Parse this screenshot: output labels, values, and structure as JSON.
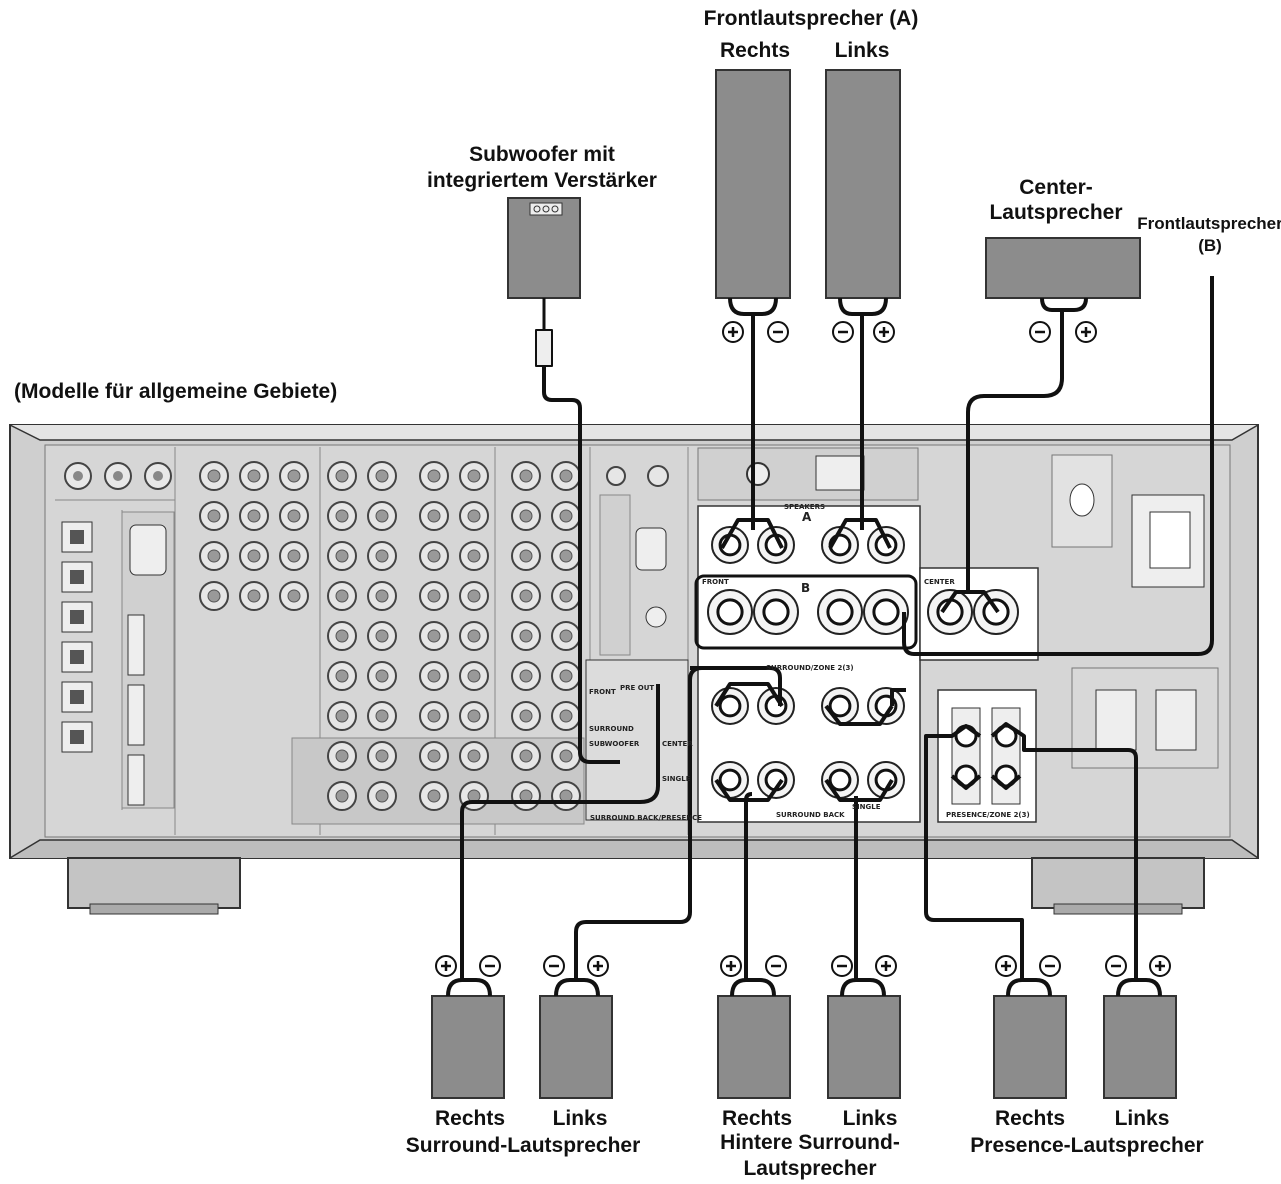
{
  "labels": {
    "front_a_title": "Frontlautsprecher (A)",
    "right": "Rechts",
    "left": "Links",
    "subwoofer_line1": "Subwoofer mit",
    "subwoofer_line2": "integriertem Verstärker",
    "center_line1": "Center-",
    "center_line2": "Lautsprecher",
    "front_b_line1": "Frontlautsprecher",
    "front_b_line2": "(B)",
    "models_note": "(Modelle für allgemeine Gebiete)",
    "surround_group": "Surround-Lautsprecher",
    "surround_back_line1": "Hintere Surround-",
    "surround_back_line2": "Lautsprecher",
    "presence_group": "Presence-Lautsprecher"
  },
  "panel": {
    "speakers": "SPEAKERS",
    "a": "A",
    "b": "B",
    "front": "FRONT",
    "center": "CENTER",
    "surround_zone": "SURROUND/ZONE 2(3)",
    "surround_back": "SURROUND BACK",
    "single": "SINGLE",
    "presence_zone": "PRESENCE/ZONE 2(3)",
    "pre_out": "PRE OUT",
    "pre_front": "FRONT",
    "pre_surround": "SURROUND",
    "pre_center": "CENTER",
    "pre_subwoofer": "SUBWOOFER",
    "pre_single": "SINGLE",
    "pre_sb": "SURROUND BACK/PRESENCE"
  },
  "colors": {
    "chassis": "#d2d2d2",
    "panel_dark": "#b9b9b9",
    "speaker_fill": "#8c8c8c",
    "wire": "#111111"
  }
}
